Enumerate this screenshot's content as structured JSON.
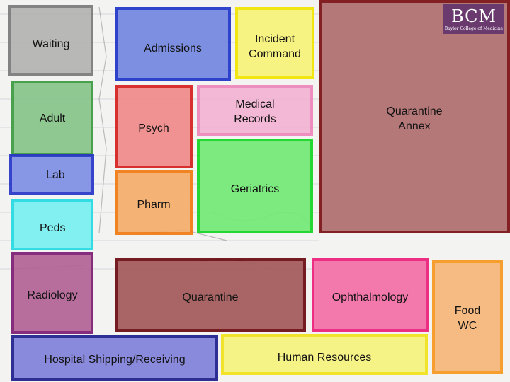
{
  "logo": {
    "text": "BCM",
    "subtitle": "Baylor College of Medicine"
  },
  "rooms": [
    {
      "id": "waiting",
      "label": "Waiting",
      "fill": "#b3b3b3",
      "border": "#7a7a7a"
    },
    {
      "id": "admissions",
      "label": "Admissions",
      "fill": "#7487e0",
      "border": "#1f34c8"
    },
    {
      "id": "incident-command",
      "label": "Incident\nCommand",
      "fill": "#f8f37a",
      "border": "#f1e400"
    },
    {
      "id": "quarantine-annex",
      "label": "Quarantine\nAnnex",
      "fill": "#b06e6e",
      "border": "#7a0f12"
    },
    {
      "id": "adult",
      "label": "Adult",
      "fill": "#88c58a",
      "border": "#3b9a40"
    },
    {
      "id": "psych",
      "label": "Psych",
      "fill": "#f18a8a",
      "border": "#d61f1f"
    },
    {
      "id": "medical-records",
      "label": "Medical\nRecords",
      "fill": "#f2b4d3",
      "border": "#ee86bb"
    },
    {
      "id": "lab",
      "label": "Lab",
      "fill": "#7f8fe6",
      "border": "#2735c8"
    },
    {
      "id": "pharm",
      "label": "Pharm",
      "fill": "#f6ad6b",
      "border": "#f17a12"
    },
    {
      "id": "geriatrics",
      "label": "Geriatrics",
      "fill": "#74ea76",
      "border": "#14d522"
    },
    {
      "id": "peds",
      "label": "Peds",
      "fill": "#79eff1",
      "border": "#23d9e2"
    },
    {
      "id": "radiology",
      "label": "Radiology",
      "fill": "#b46395",
      "border": "#7d1c74"
    },
    {
      "id": "quarantine",
      "label": "Quarantine",
      "fill": "#a35a5a",
      "border": "#6a0a10"
    },
    {
      "id": "ophthalmology",
      "label": "Ophthalmology",
      "fill": "#f36ea6",
      "border": "#ec1f79"
    },
    {
      "id": "food-wc",
      "label": "Food\nWC",
      "fill": "#f7b77a",
      "border": "#f7981e"
    },
    {
      "id": "shipping",
      "label": "Hospital Shipping/Receiving",
      "fill": "#8282dc",
      "border": "#1d1f8e"
    },
    {
      "id": "human-resources",
      "label": "Human Resources",
      "fill": "#f7f37e",
      "border": "#f0e21a"
    }
  ]
}
